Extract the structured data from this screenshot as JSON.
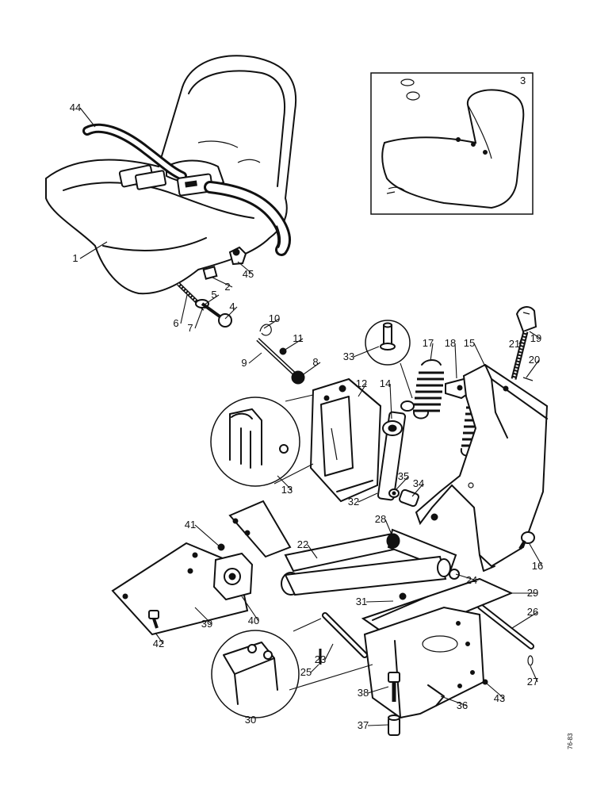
{
  "diagram": {
    "inset_label": "3",
    "reference_code": "76-83",
    "callouts": [
      "44",
      "1",
      "45",
      "2",
      "5",
      "4",
      "6",
      "7",
      "10",
      "11",
      "9",
      "8",
      "33",
      "17",
      "18",
      "15",
      "21",
      "19",
      "20",
      "12",
      "14",
      "13",
      "35",
      "34",
      "32",
      "28",
      "22",
      "41",
      "16",
      "24",
      "29",
      "31",
      "26",
      "39",
      "40",
      "42",
      "23",
      "25",
      "38",
      "43",
      "27",
      "36",
      "30",
      "37"
    ]
  }
}
